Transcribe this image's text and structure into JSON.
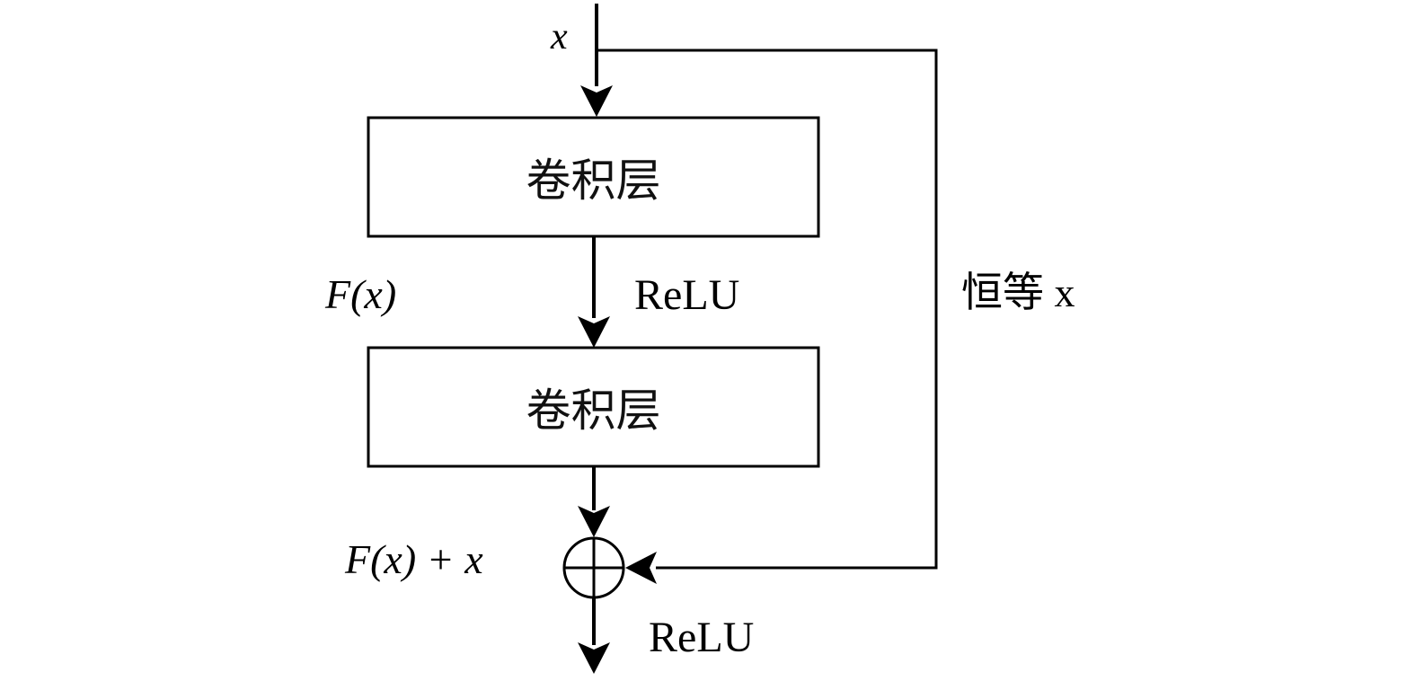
{
  "input_label": "x",
  "block1_label": "卷积层",
  "block2_label": "卷积层",
  "f_label": "F(x)",
  "relu_mid": "ReLU",
  "identity_label": "恒等 x",
  "sum_label": "F(x) + x",
  "relu_out": "ReLU",
  "sum_symbol": "+"
}
